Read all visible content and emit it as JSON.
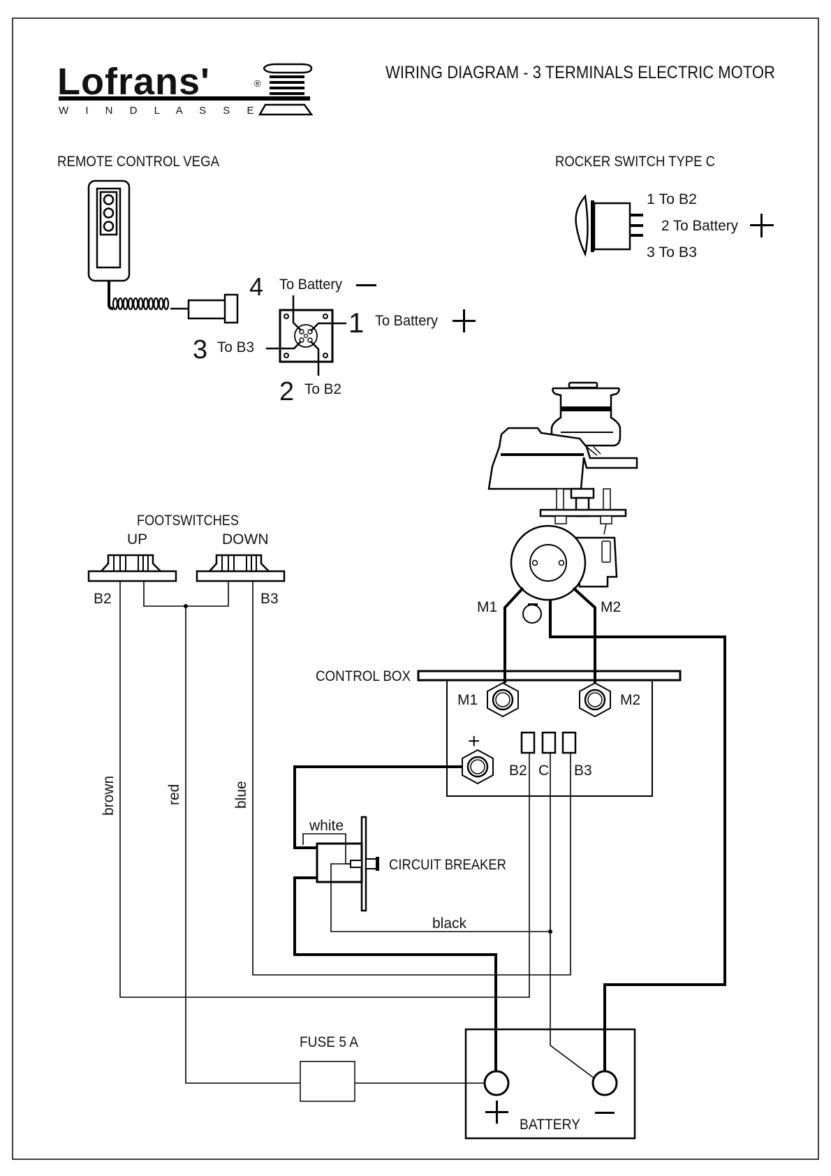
{
  "logo": {
    "brand": "Lofrans'",
    "registered": "®",
    "tagline": "W I N D L A S S E S"
  },
  "title": "WIRING DIAGRAM - 3 TERMINALS  ELECTRIC  MOTOR",
  "remote_control": {
    "title": "REMOTE CONTROL VEGA",
    "pins": [
      {
        "num": "4",
        "label": "To Battery",
        "sign": "—"
      },
      {
        "num": "1",
        "label": "To Battery",
        "sign": "+"
      },
      {
        "num": "3",
        "label": "To B3",
        "sign": ""
      },
      {
        "num": "2",
        "label": "To B2",
        "sign": ""
      }
    ]
  },
  "rocker_switch": {
    "title": "ROCKER SWITCH TYPE C",
    "pins": [
      "1 To B2",
      "2 To Battery",
      "3 To B3"
    ],
    "sign": "+"
  },
  "footswitches": {
    "title": "FOOTSWITCHES",
    "up": "UP",
    "down": "DOWN",
    "left_terminal": "B2",
    "right_terminal": "B3"
  },
  "motor": {
    "m1": "M1",
    "m2": "M2"
  },
  "control_box": {
    "title": "CONTROL BOX",
    "m1": "M1",
    "m2": "M2",
    "plus": "+",
    "terminals": [
      "B2",
      "C",
      "B3"
    ]
  },
  "wires": {
    "brown": "brown",
    "red": "red",
    "blue": "blue",
    "white": "white",
    "black": "black"
  },
  "circuit_breaker": "CIRCUIT BREAKER",
  "fuse": "FUSE 5 A",
  "battery": {
    "label": "BATTERY",
    "plus": "+",
    "minus": "—"
  }
}
